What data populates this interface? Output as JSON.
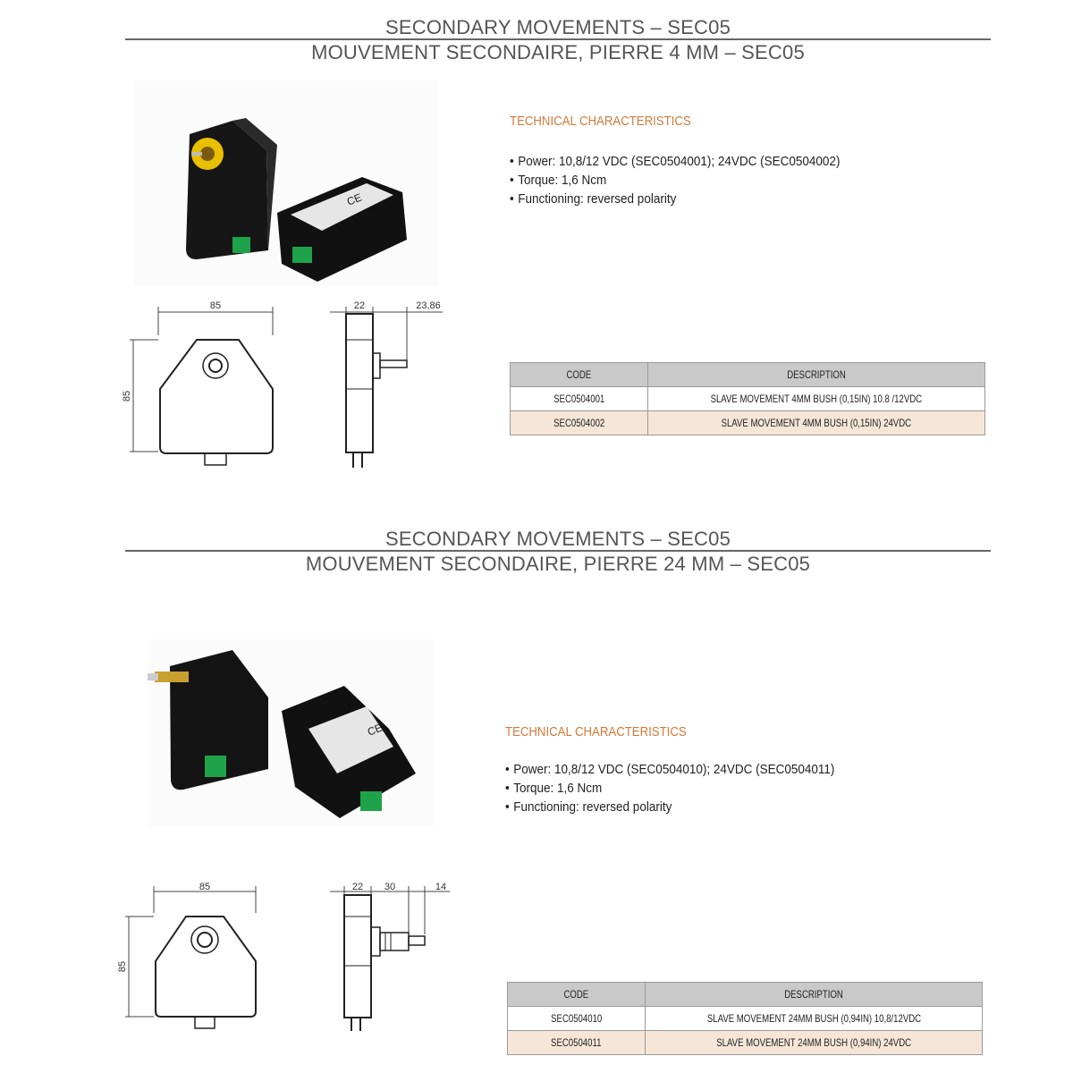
{
  "sections": [
    {
      "title_en": "SECONDARY MOVEMENTS – SEC05",
      "title_fr": "MOUVEMENT SECONDAIRE, PIERRE 4 MM – SEC05",
      "tech_heading": "TECHNICAL CHARACTERISTICS",
      "specs": [
        "Power: 10,8/12 VDC (SEC0504001); 24VDC (SEC0504002)",
        "Torque: 1,6 Ncm",
        "Functioning: reversed polarity"
      ],
      "dims": {
        "front_width": "85",
        "front_height": "85",
        "side_a": "22",
        "side_b": "23,86"
      },
      "table": {
        "headers": [
          "CODE",
          "DESCRIPTION"
        ],
        "rows": [
          {
            "code": "SEC0504001",
            "description": "SLAVE MOVEMENT 4MM BUSH (0,15IN) 10.8 /12VDC"
          },
          {
            "code": "SEC0504002",
            "description": "SLAVE MOVEMENT 4MM BUSH (0,15IN) 24VDC"
          }
        ]
      }
    },
    {
      "title_en": "SECONDARY MOVEMENTS – SEC05",
      "title_fr": "MOUVEMENT SECONDAIRE, PIERRE 24 MM – SEC05",
      "tech_heading": "TECHNICAL CHARACTERISTICS",
      "specs": [
        "Power: 10,8/12 VDC (SEC0504010); 24VDC (SEC0504011)",
        "Torque: 1,6 Ncm",
        "Functioning: reversed polarity"
      ],
      "dims": {
        "front_width": "85",
        "front_height": "85",
        "side_a": "22",
        "side_b": "30",
        "side_c": "14"
      },
      "table": {
        "headers": [
          "CODE",
          "DESCRIPTION"
        ],
        "rows": [
          {
            "code": "SEC0504010",
            "description": "SLAVE MOVEMENT  24MM BUSH (0,94IN) 10,8/12VDC"
          },
          {
            "code": "SEC0504011",
            "description": "SLAVE MOVEMENT  24MM BUSH (0,94IN) 24VDC"
          }
        ]
      }
    }
  ],
  "colors": {
    "heading_orange": "#d07a3a",
    "table_header": "#c9c9c9",
    "row_alt": "#f6e6d8",
    "rule": "#666666"
  },
  "images": [
    "product-photo-4mm",
    "product-photo-24mm"
  ]
}
